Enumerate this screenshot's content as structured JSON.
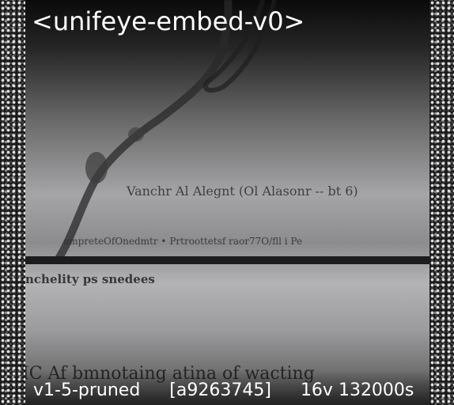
{
  "overlay": {
    "title": "<unifeye-embed-v0>",
    "model": "v1-5-pruned",
    "hash": "[a9263745]",
    "settings": "16v 132000s"
  },
  "document": {
    "heading_line": "Vanchr Al Alegnt (Ol Alasonr -- bt 6)",
    "formula_line": "ompreteOfOnedmtr • Prtroottetsf raor77O/fll i  Pe",
    "section_heading": "nchelity ps snedees",
    "bottom_text": "IC Af bmnotaing atina of wacting"
  },
  "colors": {
    "text_overlay": "#ffffff",
    "panel_background": "#000000"
  }
}
